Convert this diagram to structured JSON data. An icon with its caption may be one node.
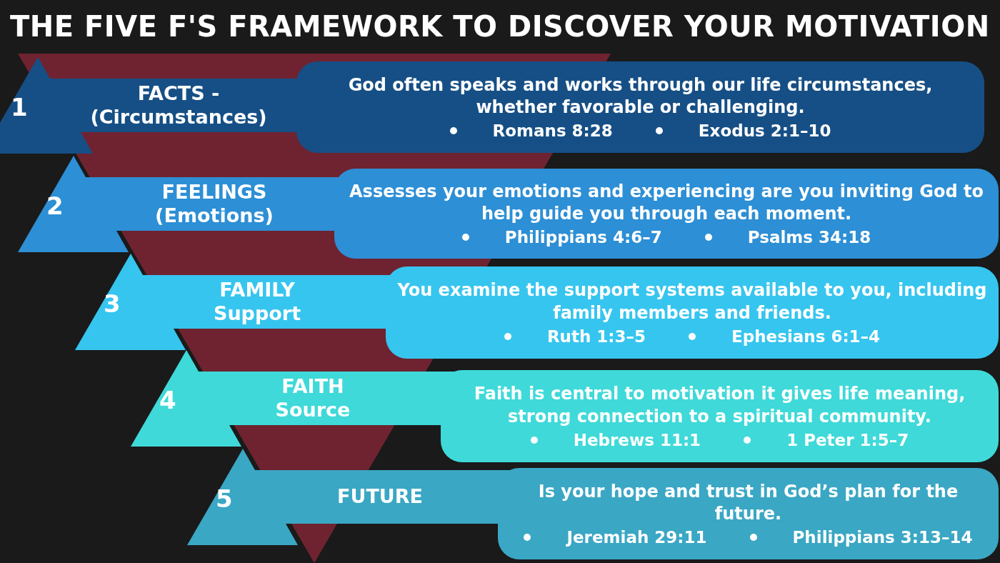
{
  "diagram": {
    "title": "THE FIVE F'S FRAMEWORK TO DISCOVER YOUR MOTIVATION",
    "nodes": [
      {
        "text": [
          "1",
          "FACTS - (Circumstances)"
        ]
      },
      {
        "text": [
          "God often speaks and works through our life circumstances, whether favorable or challenging.",
          "Romans 8:28",
          "Exodus 2:1–10"
        ]
      },
      {
        "text": [
          "2",
          "FEELINGS (Emotions)"
        ]
      },
      {
        "text": [
          "Assesses your emotions and experiencing are you inviting  God to help guide you through each moment.",
          "Philippians 4:6–7",
          "Psalms 34:18"
        ]
      },
      {
        "text": [
          "3",
          "FAMILY Support"
        ]
      },
      {
        "text": [
          "You examine the support systems available to you, including family members and friends.",
          "Ruth 1:3–5",
          "Ephesians 6:1–4"
        ]
      },
      {
        "text": [
          "4",
          "FAITH Source"
        ]
      },
      {
        "text": [
          "Faith is central to motivation it gives life meaning, strong connection to a spiritual community.",
          "Hebrews 11:1",
          "1 Peter 1:5–7"
        ]
      },
      {
        "text": [
          "5",
          "FUTURE"
        ]
      },
      {
        "text": [
          "Is your hope and trust in God’s plan for the future.",
          "Jeremiah 29:11",
          "Philippians 3:13–14"
        ]
      }
    ],
    "edges": []
  }
}
